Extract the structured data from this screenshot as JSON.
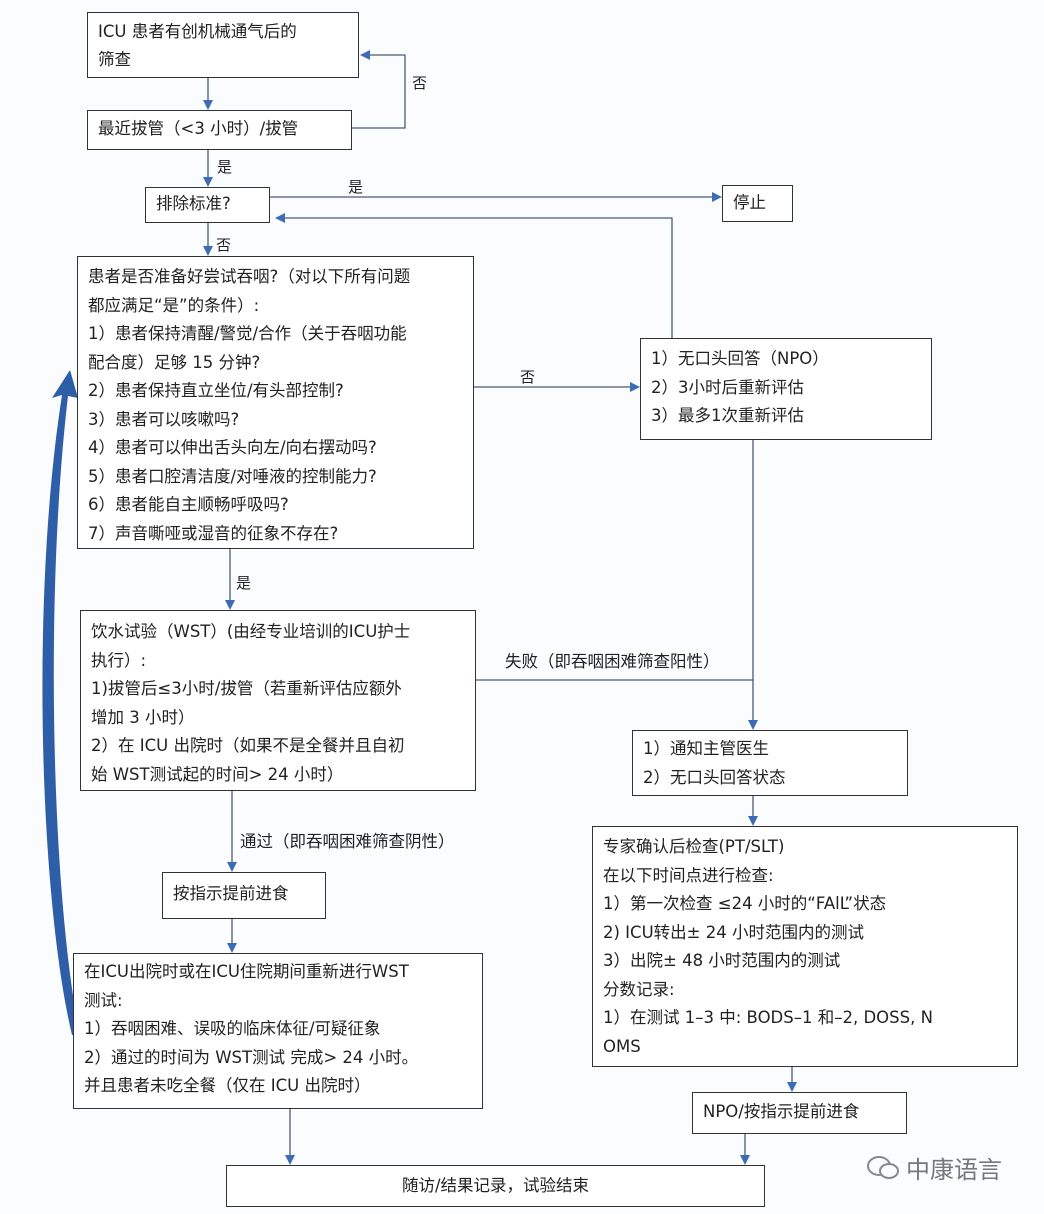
{
  "nodes": {
    "screen": [
      "ICU 患者有创机械通气后的",
      "筛查"
    ],
    "extubation": [
      "最近拔管（<3 小时）/拔管"
    ],
    "exclusion": [
      "排除标准?"
    ],
    "stop": [
      "停止"
    ],
    "readiness": [
      "患者是否准备好尝试吞咽?（对以下所有问题",
      "都应满足“是”的条件）:",
      "1）患者保持清醒/警觉/合作（关于吞咽功能",
      "配合度）足够  15  分钟?",
      "2）患者保持直立坐位/有头部控制?",
      "3）患者可以咳嗽吗?",
      "4）患者可以伸出舌头向左/向右摆动吗?",
      "5）患者口腔清洁度/对唾液的控制能力?",
      "6）患者能自主顺畅呼吸吗?",
      "7）声音嘶哑或湿音的征象不存在?"
    ],
    "npo": [
      "1）无口头回答（NPO）",
      "2）3小时后重新评估",
      "3）最多1次重新评估"
    ],
    "wst": [
      "饮水试验（WST）(由经专业培训的ICU护士",
      "执行）:",
      "1)拔管后≤3小时/拔管（若重新评估应额外",
      "增加  3  小时）",
      "2）在  ICU  出院时（如果不是全餐并且自初",
      "始  WST测试起的时间> 24  小时）"
    ],
    "notify": [
      "1）通知主管医生",
      "2）无口头回答状态"
    ],
    "expert": [
      "专家确认后检查(PT/SLT)",
      "在以下时间点进行检查:",
      "1）第一次检查  ≤24  小时的“FAlL”状态",
      "2) ICU转出± 24  小时范围内的测试",
      "3）出院± 48  小时范围内的测试",
      "分数记录:",
      "1）在测试  1–3  中: BODS–1  和–2, DOSS, N",
      "OMS"
    ],
    "advance": [
      "按指示提前进食"
    ],
    "retest": [
      "在ICU出院时或在ICU住院期间重新进行WST",
      "测试:",
      "1）吞咽困难、误吸的临床体征/可疑征象",
      "2）通过的时间为  WST测试  完成> 24  小时。",
      "并且患者未吃全餐（仅在  ICU  出院时）"
    ],
    "npo_advance": [
      "NPO/按指示提前进食"
    ],
    "end": [
      "随访/结果记录，试验结束"
    ]
  },
  "labels": {
    "no1": "否",
    "yes1": "是",
    "yes_stop": "是",
    "no2": "否",
    "no3": "否",
    "yes2": "是",
    "fail": "失败（即吞咽困难筛查阳性）",
    "pass": "通过（即吞咽困难筛查阴性）"
  },
  "watermark": "中康语言",
  "colors": {
    "arrow": "#3c6cb4",
    "line": "#4a5a78",
    "loop": "#2f5ea8"
  }
}
